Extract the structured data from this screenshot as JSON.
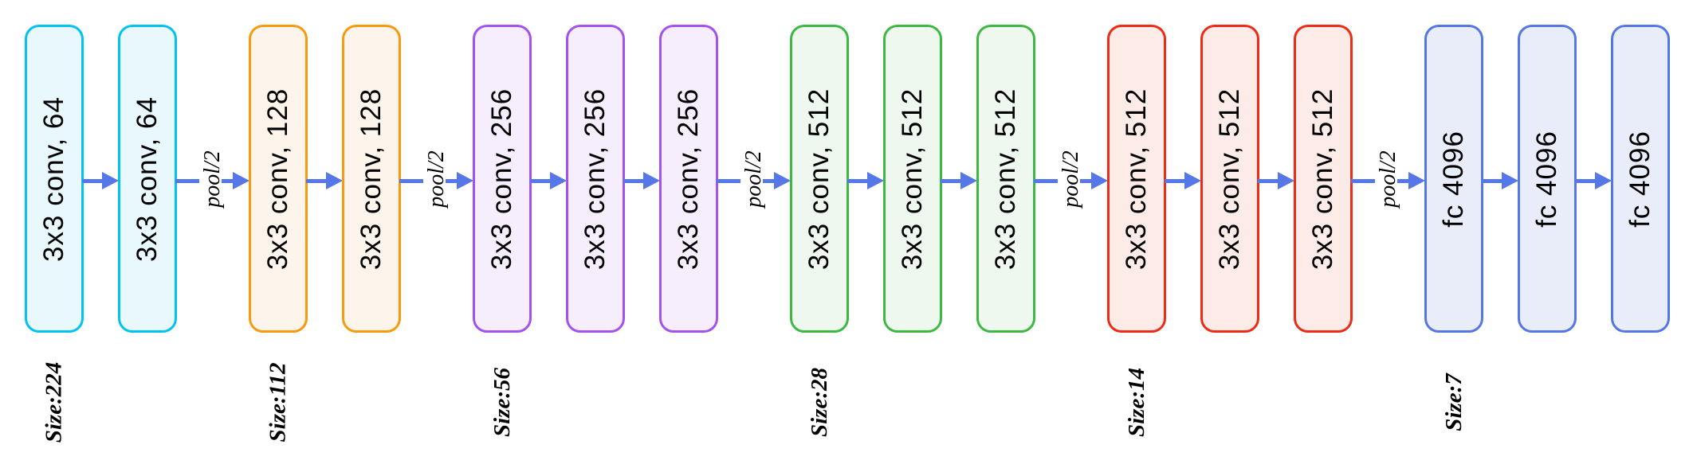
{
  "diagram": {
    "kind": "cnn-architecture",
    "arrow_color": "#5577e8",
    "pool_label": "pool/2",
    "text_color": "#000000",
    "stages": [
      {
        "size_label": "Size:224",
        "border_color": "#00c3ef",
        "fill_color": "#e9f8fd",
        "blocks": [
          "3x3 conv, 64",
          "3x3 conv, 64"
        ]
      },
      {
        "size_label": "Size:112",
        "border_color": "#f79a10",
        "fill_color": "#fdf5eb",
        "blocks": [
          "3x3 conv, 128",
          "3x3 conv, 128"
        ]
      },
      {
        "size_label": "Size:56",
        "border_color": "#a352ee",
        "fill_color": "#f6eefd",
        "blocks": [
          "3x3 conv, 256",
          "3x3 conv, 256",
          "3x3 conv, 256"
        ]
      },
      {
        "size_label": "Size:28",
        "border_color": "#3cb843",
        "fill_color": "#eff8ee",
        "blocks": [
          "3x3 conv, 512",
          "3x3 conv, 512",
          "3x3 conv, 512"
        ]
      },
      {
        "size_label": "Size:14",
        "border_color": "#ee2b17",
        "fill_color": "#fcebe7",
        "blocks": [
          "3x3 conv, 512",
          "3x3 conv, 512",
          "3x3 conv, 512"
        ]
      },
      {
        "size_label": "Size:7",
        "border_color": "#5577e5",
        "fill_color": "#e9edfa",
        "blocks": [
          "fc 4096",
          "fc 4096",
          "fc 4096"
        ]
      }
    ]
  }
}
